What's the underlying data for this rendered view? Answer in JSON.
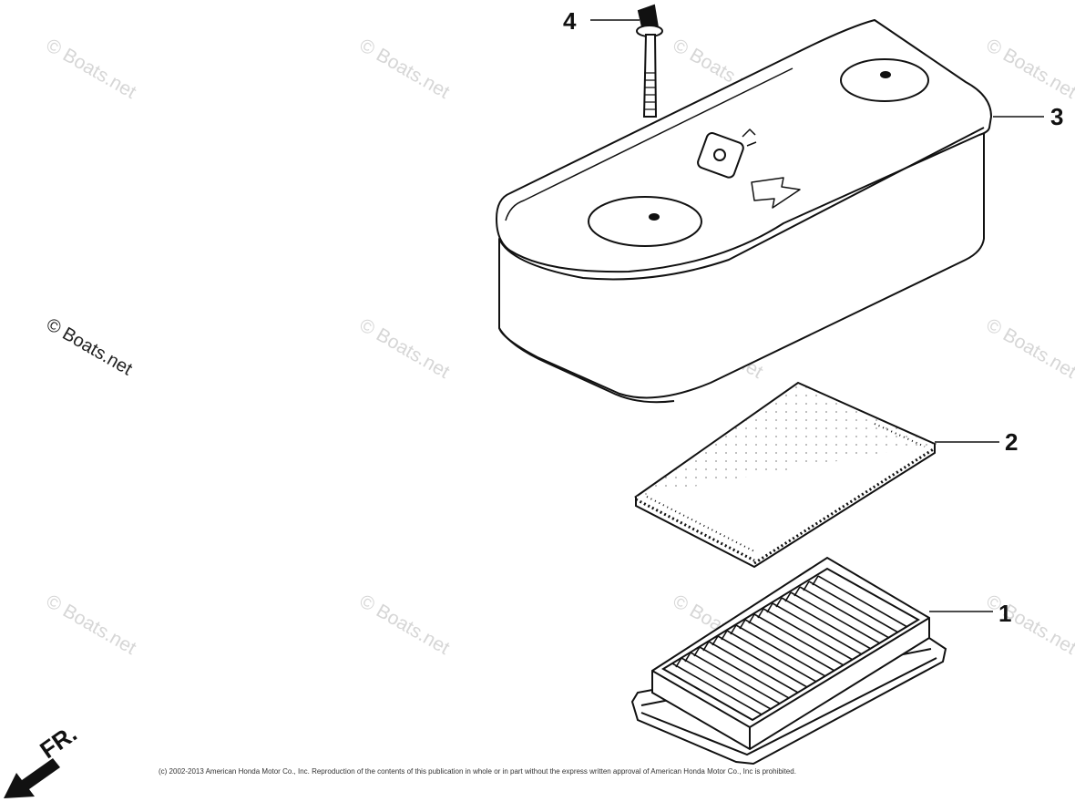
{
  "watermark": {
    "primary": "© Boats.net",
    "faint": "© Boats.net"
  },
  "callouts": [
    {
      "id": "1",
      "label": "1"
    },
    {
      "id": "2",
      "label": "2"
    },
    {
      "id": "3",
      "label": "3"
    },
    {
      "id": "4",
      "label": "4"
    }
  ],
  "front_indicator": {
    "label": "FR."
  },
  "copyright": "(c) 2002-2013 American Honda Motor Co., Inc. Reproduction of the contents of this publication in whole or in part without the express written approval of American Honda Motor Co., Inc is prohibited."
}
